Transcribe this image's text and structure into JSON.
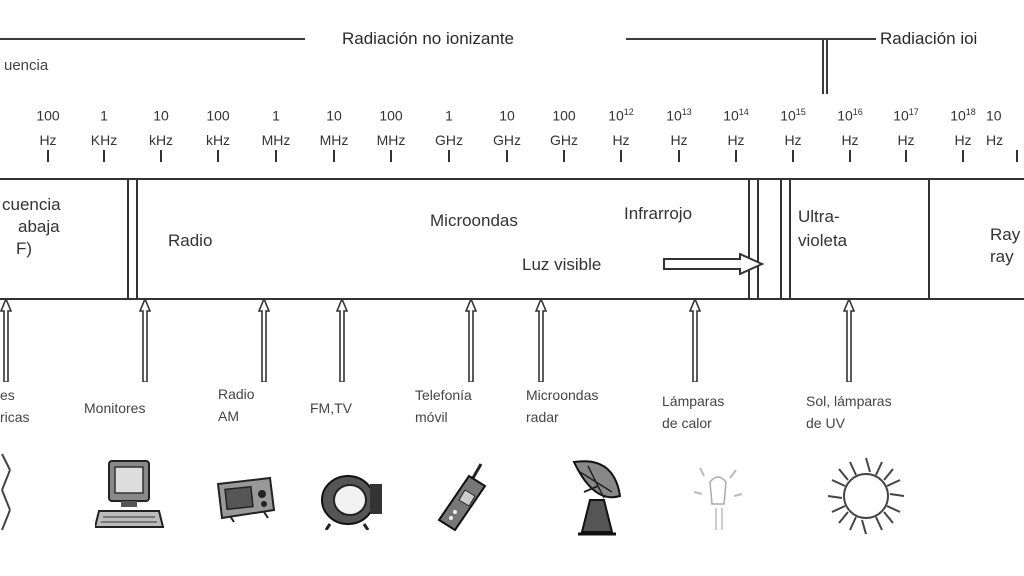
{
  "header": {
    "non_ionizing": "Radiación no ionizante",
    "ionizing": "Radiación ioi",
    "frequency_label": "uencia"
  },
  "frequencies": [
    {
      "num": "100",
      "sup": "",
      "unit": "Hz"
    },
    {
      "num": "1",
      "sup": "",
      "unit": "KHz"
    },
    {
      "num": "10",
      "sup": "",
      "unit": "kHz"
    },
    {
      "num": "100",
      "sup": "",
      "unit": "kHz"
    },
    {
      "num": "1",
      "sup": "",
      "unit": "MHz"
    },
    {
      "num": "10",
      "sup": "",
      "unit": "MHz"
    },
    {
      "num": "100",
      "sup": "",
      "unit": "MHz"
    },
    {
      "num": "1",
      "sup": "",
      "unit": "GHz"
    },
    {
      "num": "10",
      "sup": "",
      "unit": "GHz"
    },
    {
      "num": "100",
      "sup": "",
      "unit": "GHz"
    },
    {
      "num": "10",
      "sup": "12",
      "unit": "Hz"
    },
    {
      "num": "10",
      "sup": "13",
      "unit": "Hz"
    },
    {
      "num": "10",
      "sup": "14",
      "unit": "Hz"
    },
    {
      "num": "10",
      "sup": "15",
      "unit": "Hz"
    },
    {
      "num": "10",
      "sup": "16",
      "unit": "Hz"
    },
    {
      "num": "10",
      "sup": "17",
      "unit": "Hz"
    },
    {
      "num": "10",
      "sup": "18",
      "unit": "Hz"
    },
    {
      "num": "10",
      "sup": "",
      "unit": "Hz"
    }
  ],
  "bands": {
    "elf_line1": "cuencia",
    "elf_line2": "abaja",
    "elf_line3": "F)",
    "radio": "Radio",
    "microwaves": "Microondas",
    "infrared": "Infrarrojo",
    "visible_light": "Luz visible",
    "uv_line1": "Ultra-",
    "uv_line2": "violeta",
    "xray_line1": "Ray",
    "xray_line2": "ray"
  },
  "applications": {
    "power_line1": "es",
    "power_line2": "ricas",
    "monitors": "Monitores",
    "am_line1": "Radio",
    "am_line2": "AM",
    "fmtv": "FM,TV",
    "phone_line1": "Telefonía",
    "phone_line2": "móvil",
    "radar_line1": "Microondas",
    "radar_line2": "radar",
    "heat_line1": "Lámparas",
    "heat_line2": "de calor",
    "uv_line1": "Sol, lámparas",
    "uv_line2": "de UV"
  }
}
